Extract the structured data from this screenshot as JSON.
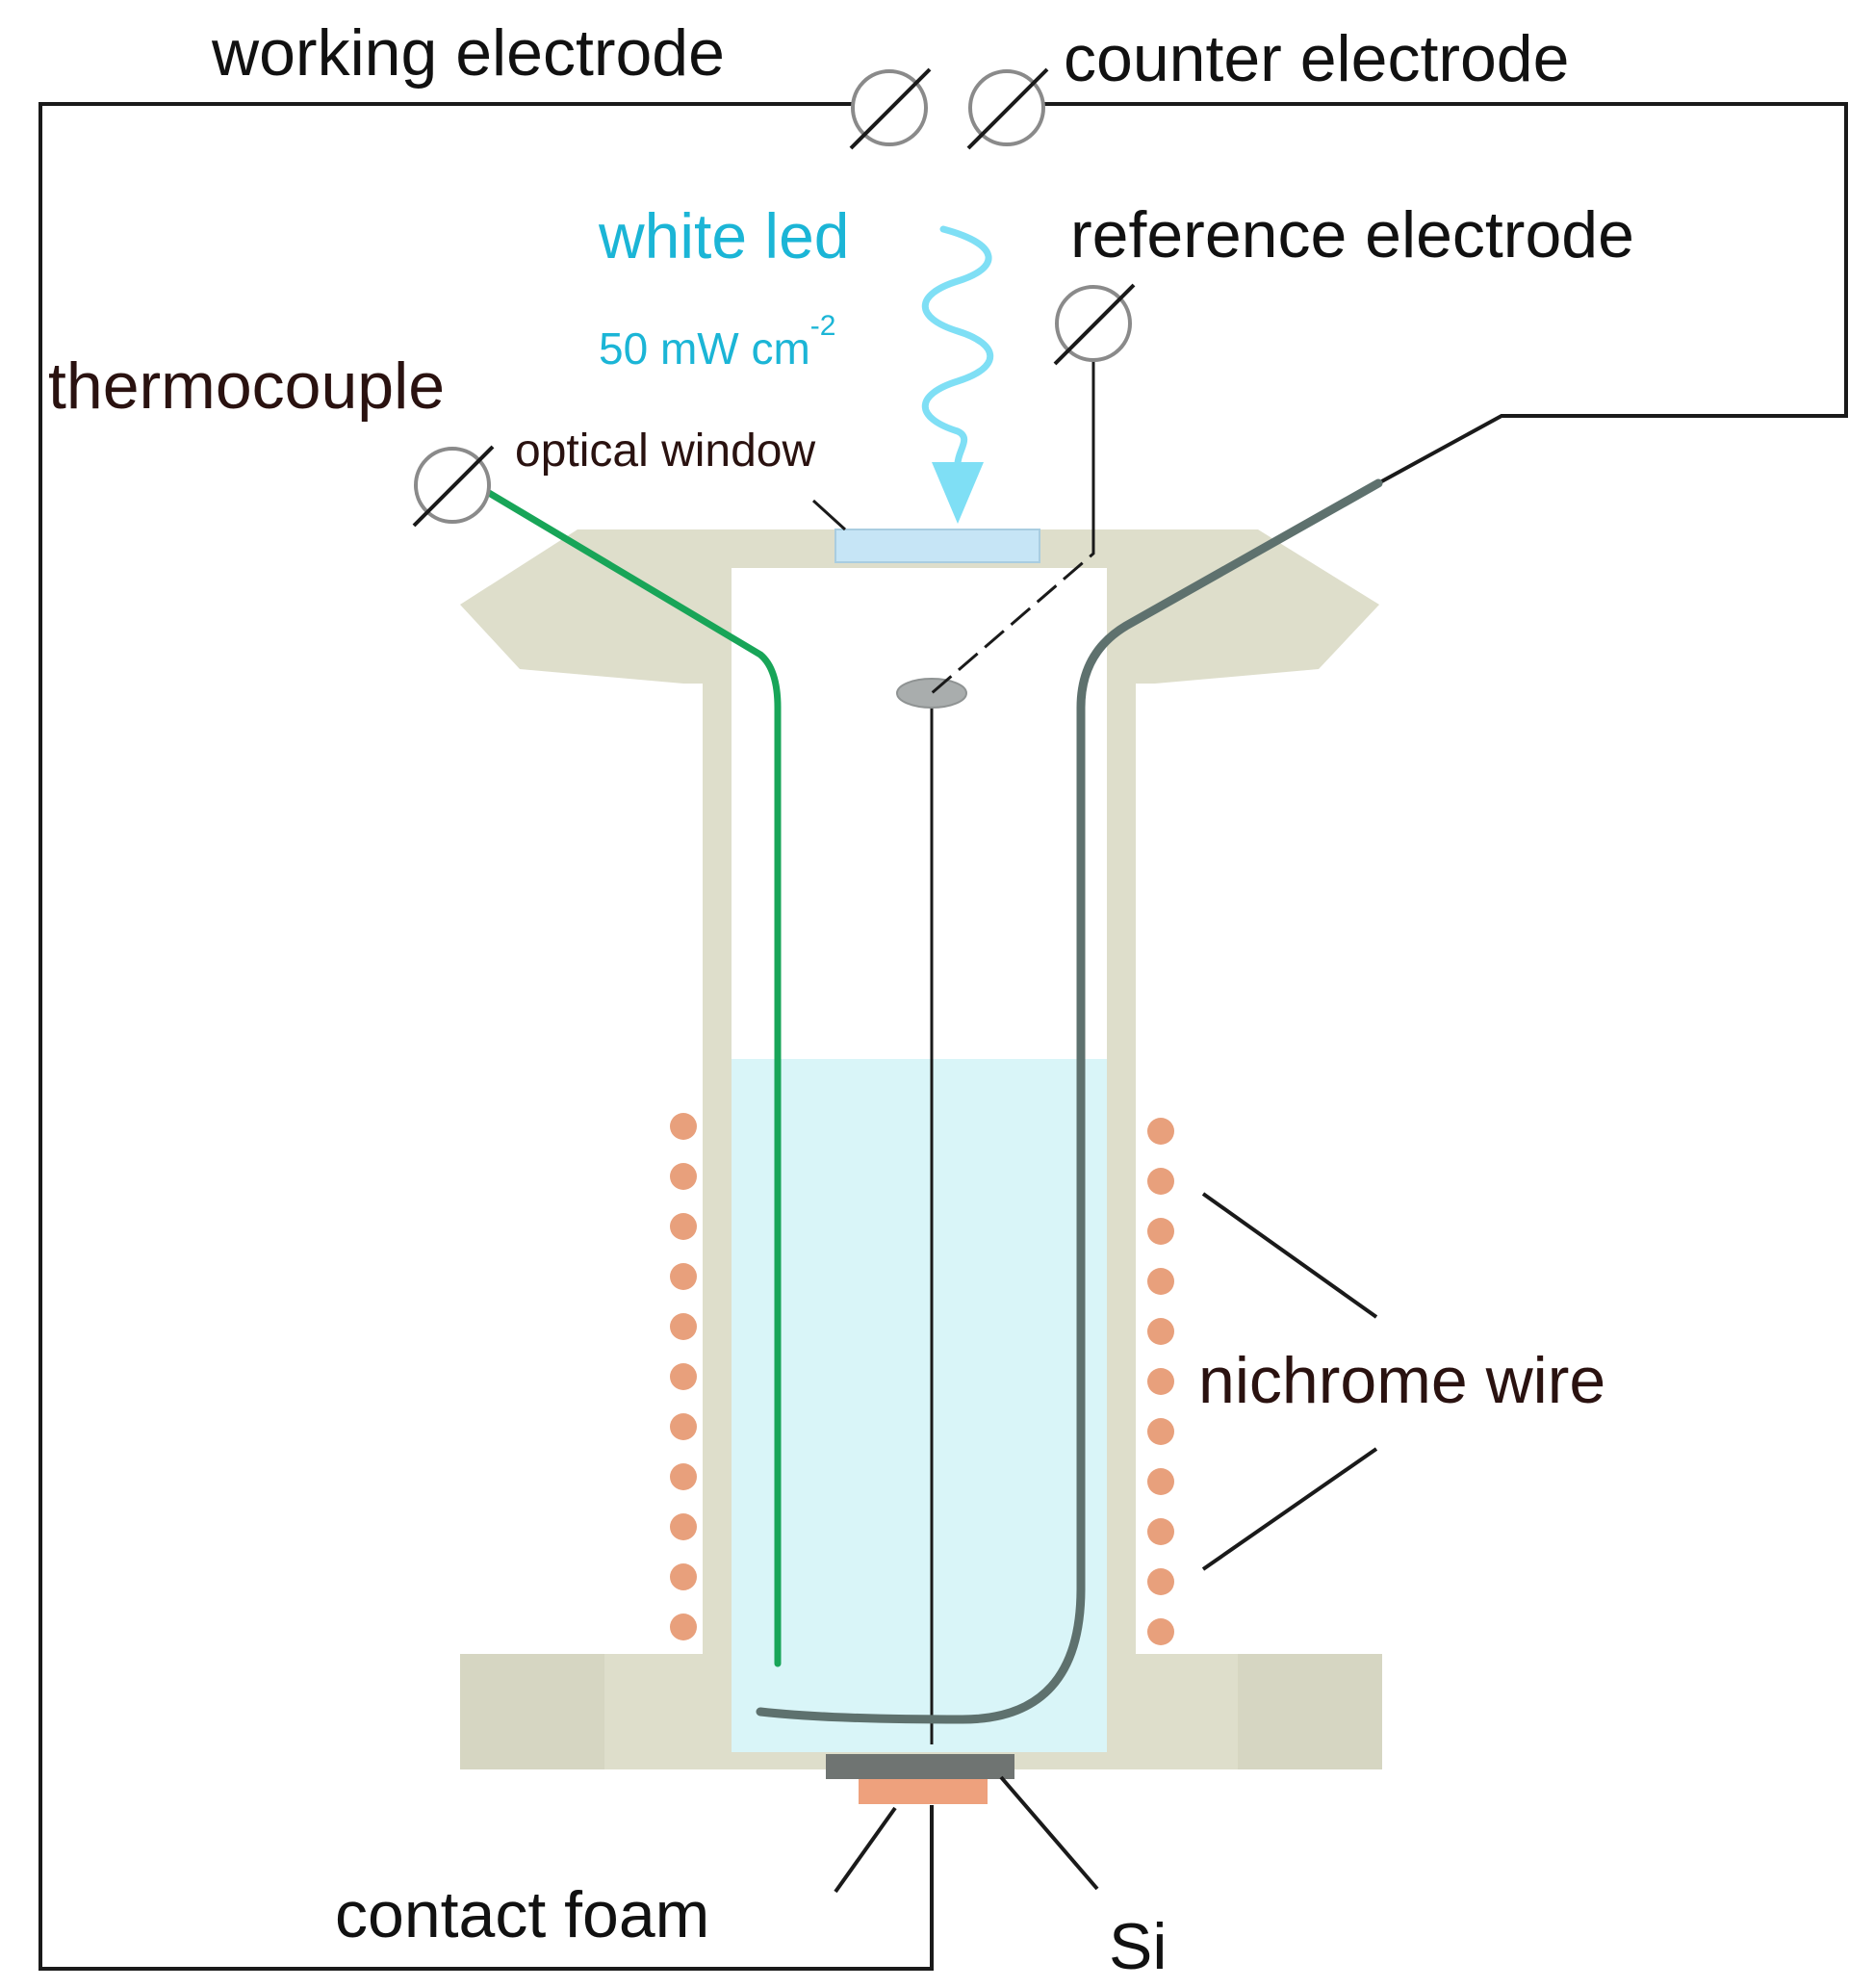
{
  "labels": {
    "working_electrode": "working electrode",
    "counter_electrode": "counter electrode",
    "reference_electrode": "reference electrode",
    "white_led": "white led",
    "led_power_value": "50 mW cm",
    "led_power_exponent": "-2",
    "thermocouple": "thermocouple",
    "optical_window": "optical window",
    "nichrome_wire": "nichrome wire",
    "contact_foam": "contact foam",
    "si": "Si"
  },
  "colors": {
    "cell_body": "#dedecb",
    "electrolyte": "#d9f5f8",
    "thermocouple_wire": "#18a558",
    "counter_wire": "#5e716e",
    "heater_coil": "#e8a07c",
    "led_arrow": "#7fdff5",
    "optical_window": "#c6e5f6",
    "si_layer": "#6f7472",
    "contact_foam": "#eea17d",
    "text_blue": "#1bb5d6",
    "text_dark": "#2a1210"
  }
}
